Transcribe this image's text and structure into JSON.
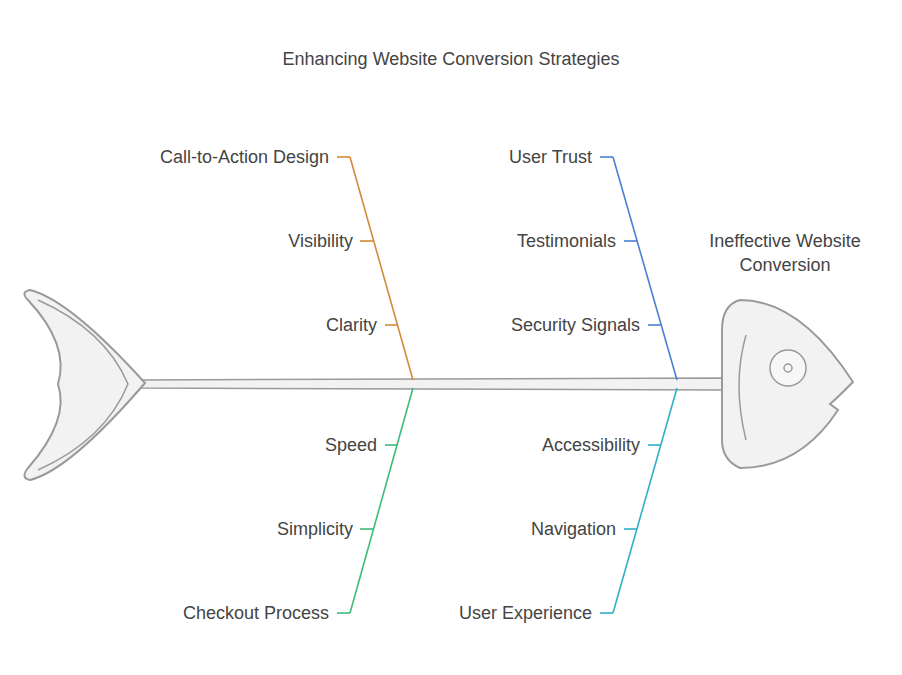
{
  "diagram": {
    "title": "Enhancing Website Conversion Strategies",
    "nodes": [
      {
        "text": [
          "Ineffective Website Conversion"
        ]
      }
    ],
    "labels": [
      "Call-to-Action Design",
      "Visibility",
      "Clarity",
      "Speed",
      "Simplicity",
      "Checkout Process",
      "User Trust",
      "Testimonials",
      "Security Signals",
      "Accessibility",
      "Navigation",
      "User Experience"
    ]
  }
}
